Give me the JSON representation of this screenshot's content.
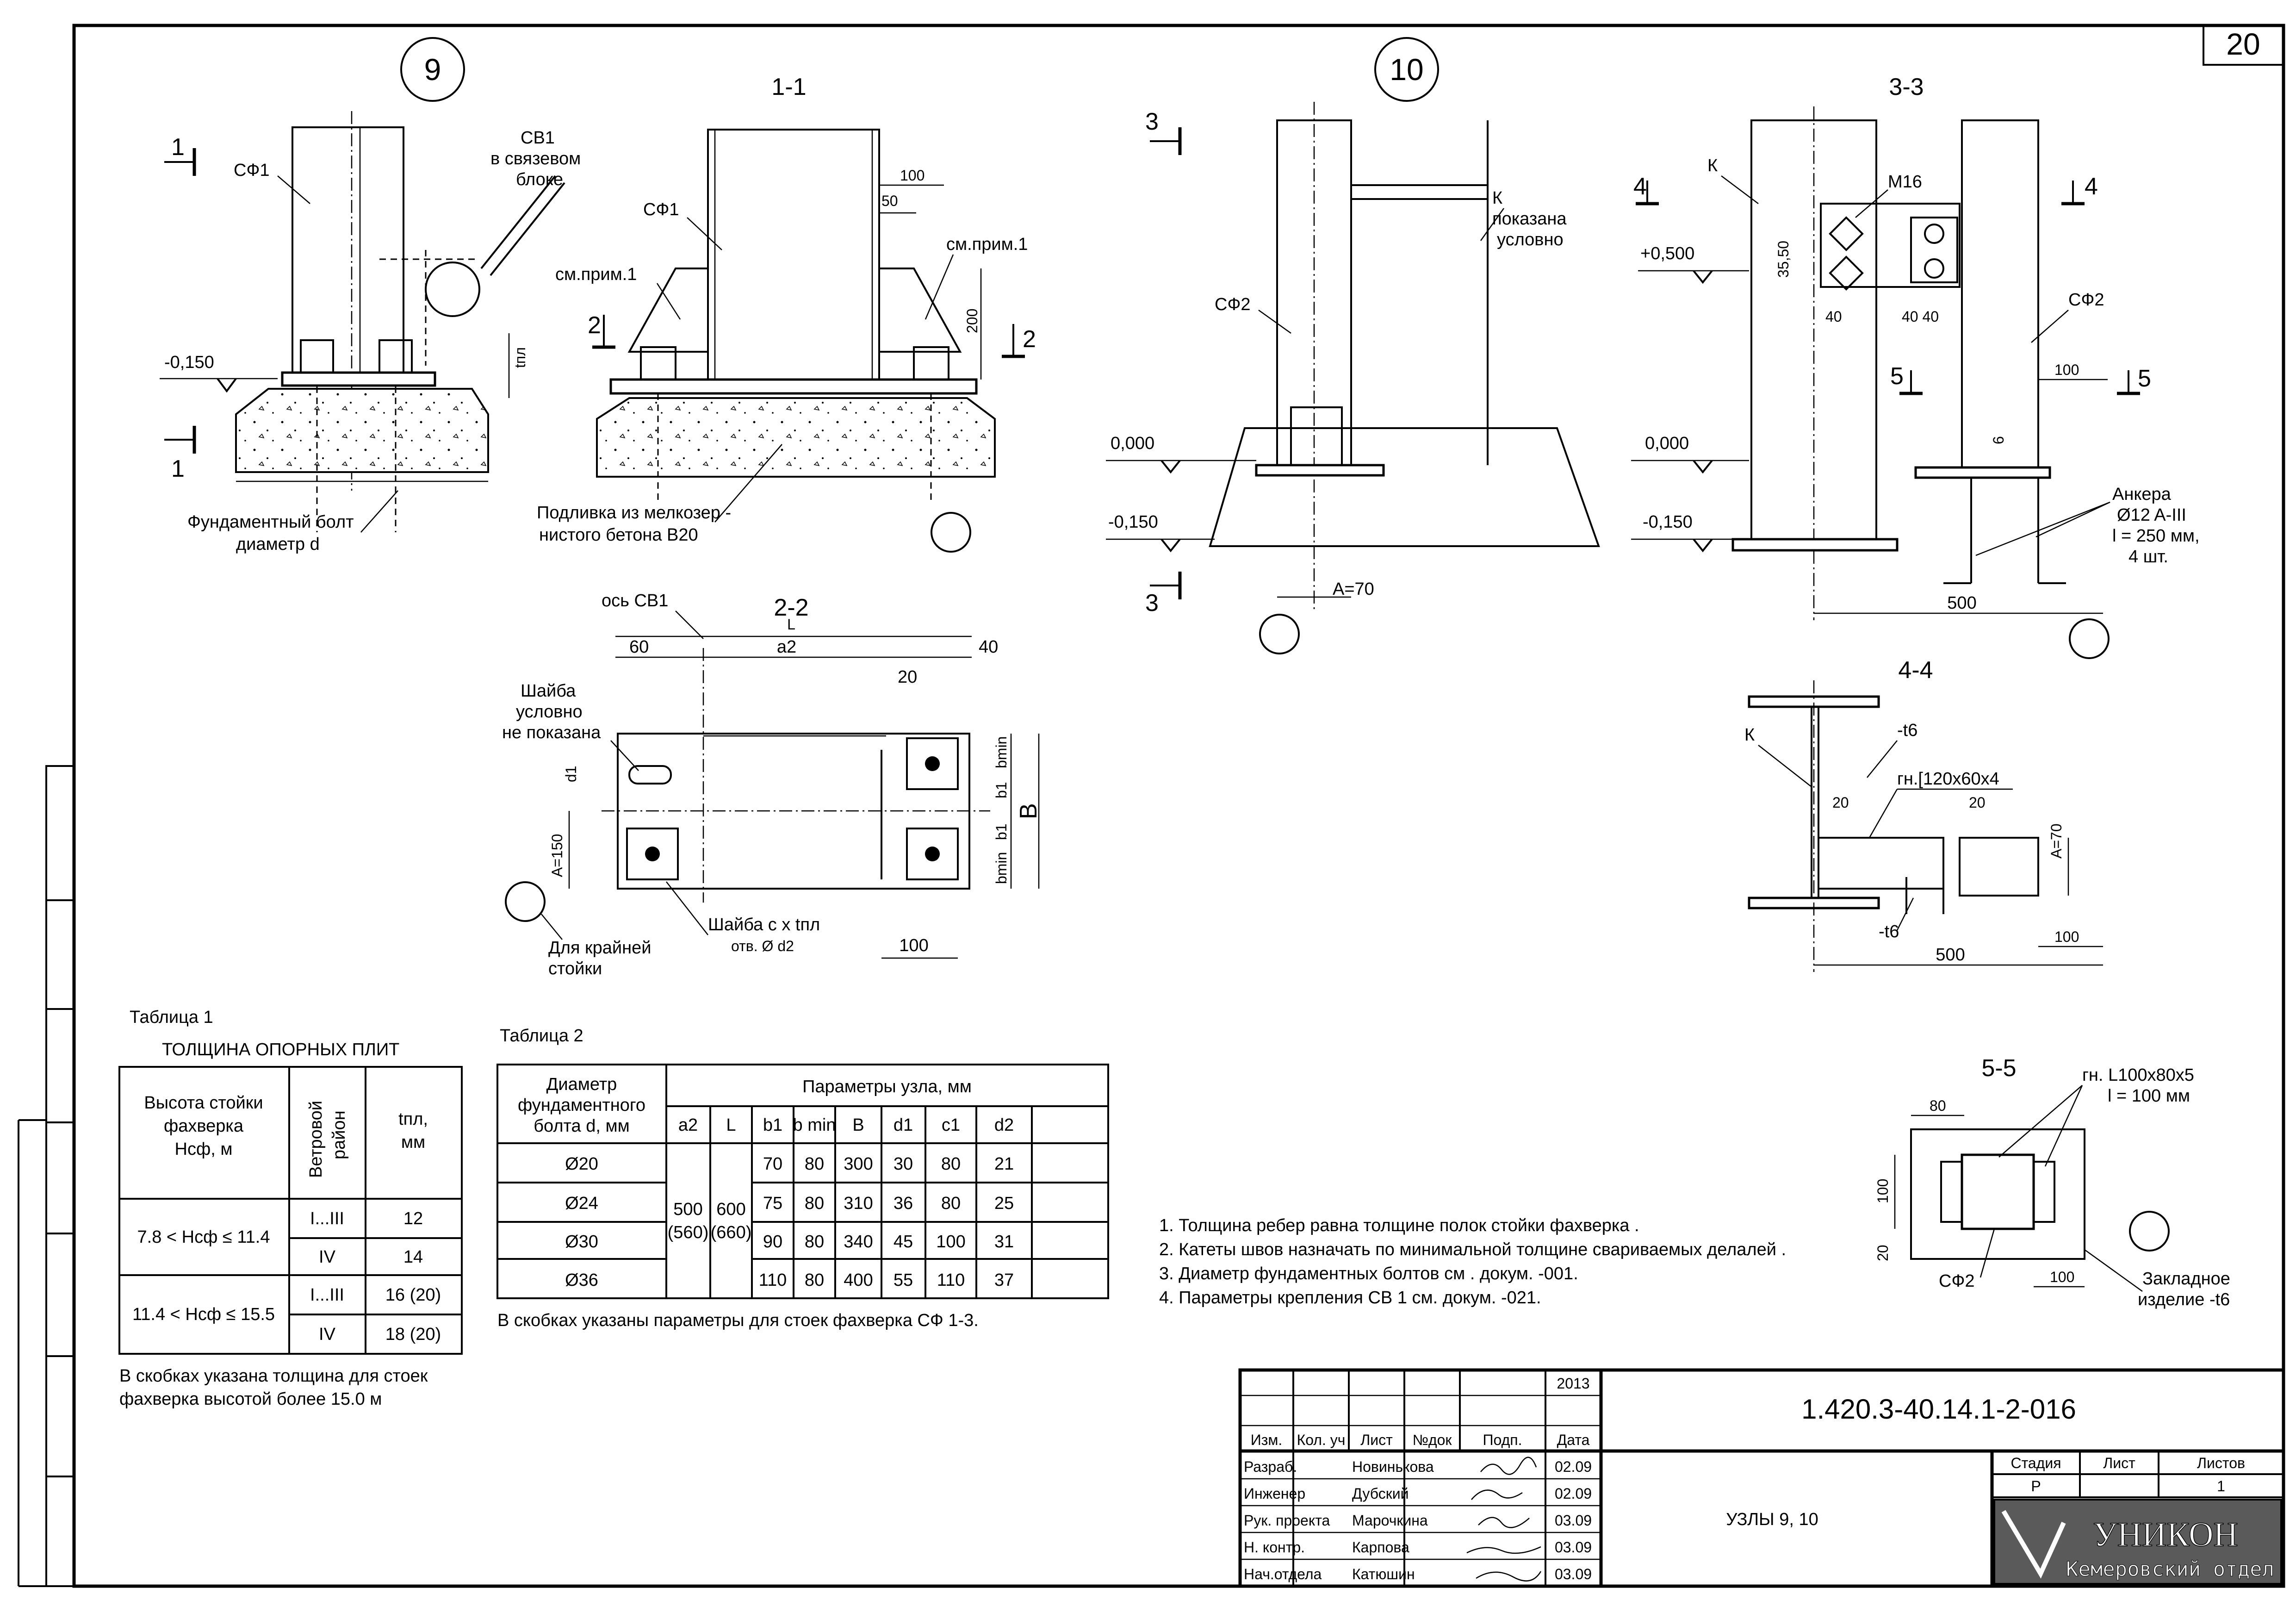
{
  "sheet": {
    "number": "20",
    "code": "1.420.3-40.14.1-2-016",
    "title": "УЗЛЫ 9, 10",
    "year": "2013",
    "stage_header": "Стадия",
    "sheet_header": "Лист",
    "sheets_header": "Листов",
    "stage": "Р",
    "sheet_no": "",
    "sheets_total": "1",
    "company": "УНИКОН",
    "department": "Кемеровский отдел"
  },
  "title_block": {
    "headers": [
      "Изм.",
      "Кол. уч",
      "Лист",
      "№док",
      "Подп.",
      "Дата"
    ],
    "rows": [
      {
        "role": "Разраб.",
        "name": "Новинькова",
        "date": "02.09"
      },
      {
        "role": "Инженер",
        "name": "Дубский",
        "date": "02.09"
      },
      {
        "role": "Рук. проекта",
        "name": "Марочкина",
        "date": "03.09"
      },
      {
        "role": "Н. контр.",
        "name": "Карпова",
        "date": "03.09"
      },
      {
        "role": "Нач.отдела",
        "name": "Катюшин",
        "date": "03.09"
      }
    ]
  },
  "node9": {
    "marker": "9",
    "sf1": "СФ1",
    "cb1_a": "СВ1",
    "cb1_b": "в связевом",
    "cb1_c": "блоке",
    "level": "-0,150",
    "tpl": "tпл",
    "sec": "1",
    "bolt_a": "Фундаментный болт",
    "bolt_b": "диаметр d"
  },
  "sec11": {
    "title": "1-1",
    "sf1": "СФ1",
    "note_l": "см.прим.1",
    "note_r": "см.прим.1",
    "d100": "100",
    "d50": "50",
    "d200": "200",
    "sec2": "2",
    "grout_a": "Подливка из мелкозер -",
    "grout_b": "нистого бетона В20"
  },
  "sec22": {
    "title": "2-2",
    "L": "L",
    "axis": "ось СВ1",
    "d60": "60",
    "a2": "a2",
    "d40": "40",
    "d20": "20",
    "washer_a": "Шайба",
    "washer_b": "условно",
    "washer_c": "не показана",
    "d1": "d1",
    "bmin": "bmin",
    "b1": "b1",
    "B": "B",
    "A150": "A=150",
    "washer2_a": "Шайба с x tпл",
    "washer2_b": "отв. Ø d2",
    "d100": "100",
    "edge_a": "Для крайней",
    "edge_b": "стойки"
  },
  "node10": {
    "marker": "10",
    "sec": "3",
    "k_a": "К",
    "k_b": "показана",
    "k_c": "условно",
    "sf2": "СФ2",
    "lvl0": "0,000",
    "lvl150": "-0,150",
    "A70": "A=70"
  },
  "sec33": {
    "title": "3-3",
    "k": "К",
    "m16": "М16",
    "sec4": "4",
    "lvl500": "+0,500",
    "d3550": "35,50",
    "d40": "40",
    "d4040": "40 40",
    "sf2": "СФ2",
    "sec5": "5",
    "d100": "100",
    "lvl0": "0,000",
    "lvl150": "-0,150",
    "d6": "6",
    "anchor_a": "Анкера",
    "anchor_b": "Ø12 A-III",
    "anchor_c": "l = 250 мм,",
    "anchor_d": "4 шт.",
    "d500": "500"
  },
  "sec44": {
    "title": "4-4",
    "k": "К",
    "t6": "-t6",
    "tube": "гн.[120x60x4",
    "d20a": "20",
    "d20b": "20",
    "A70": "A=70",
    "t6b": "-t6",
    "d100": "100",
    "d500": "500"
  },
  "sec55": {
    "title": "5-5",
    "angle_a": "гн. L100x80x5",
    "angle_b": "l = 100 мм",
    "d80": "80",
    "d100a": "100",
    "d20": "20",
    "sf2": "СФ2",
    "d100b": "100",
    "embed_a": "Закладное",
    "embed_b": "изделие -t6"
  },
  "notes": [
    "1.  Толщина ребер равна толщине полок стойки фахверка .",
    "2.  Катеты швов назначать по минимальной толщине свариваемых делалей  .",
    "3.  Диаметр фундаментных болтов см . докум. -001.",
    "4.  Параметры крепления СВ 1 см. докум. -021."
  ],
  "table1": {
    "caption": "Таблица 1",
    "title": "ТОЛЩИНА ОПОРНЫХ ПЛИТ",
    "h1_a": "Высота стойки",
    "h1_b": "фахверка",
    "h1_c": "Нсф, м",
    "h2_a": "Ветровой",
    "h2_b": "район",
    "h3_a": "tпл,",
    "h3_b": "мм",
    "r1_range": "7.8 < Нсф ≤ 11.4",
    "r1a_zone": "I...III",
    "r1a_t": "12",
    "r1b_zone": "IV",
    "r1b_t": "14",
    "r2_range": "11.4 < Нсф ≤ 15.5",
    "r2a_zone": "I...III",
    "r2a_t": "16 (20)",
    "r2b_zone": "IV",
    "r2b_t": "18 (20)",
    "foot_a": "В скобках указана толщина для стоек",
    "foot_b": "фахверка высотой более  15.0 м"
  },
  "table2": {
    "caption": "Таблица 2",
    "h_a": "Диаметр",
    "h_b": "фундаментного",
    "h_c": "болта d, мм",
    "group": "Параметры узла, мм",
    "cols": [
      "a2",
      "L",
      "b1",
      "b min",
      "B",
      "d1",
      "c1",
      "d2"
    ],
    "a2_a": "500",
    "a2_b": "(560)",
    "L_a": "600",
    "L_b": "(660)",
    "rows": [
      [
        "Ø20",
        "70",
        "80",
        "300",
        "30",
        "80",
        "21"
      ],
      [
        "Ø24",
        "75",
        "80",
        "310",
        "36",
        "80",
        "25"
      ],
      [
        "Ø30",
        "90",
        "80",
        "340",
        "45",
        "100",
        "31"
      ],
      [
        "Ø36",
        "110",
        "80",
        "400",
        "55",
        "110",
        "37"
      ]
    ],
    "foot": "В скобках указаны параметры для стоек фахверка СФ  1-3."
  },
  "colors": {
    "ink": "#000000",
    "paper": "#ffffff",
    "logo": "#5a5a5a"
  }
}
